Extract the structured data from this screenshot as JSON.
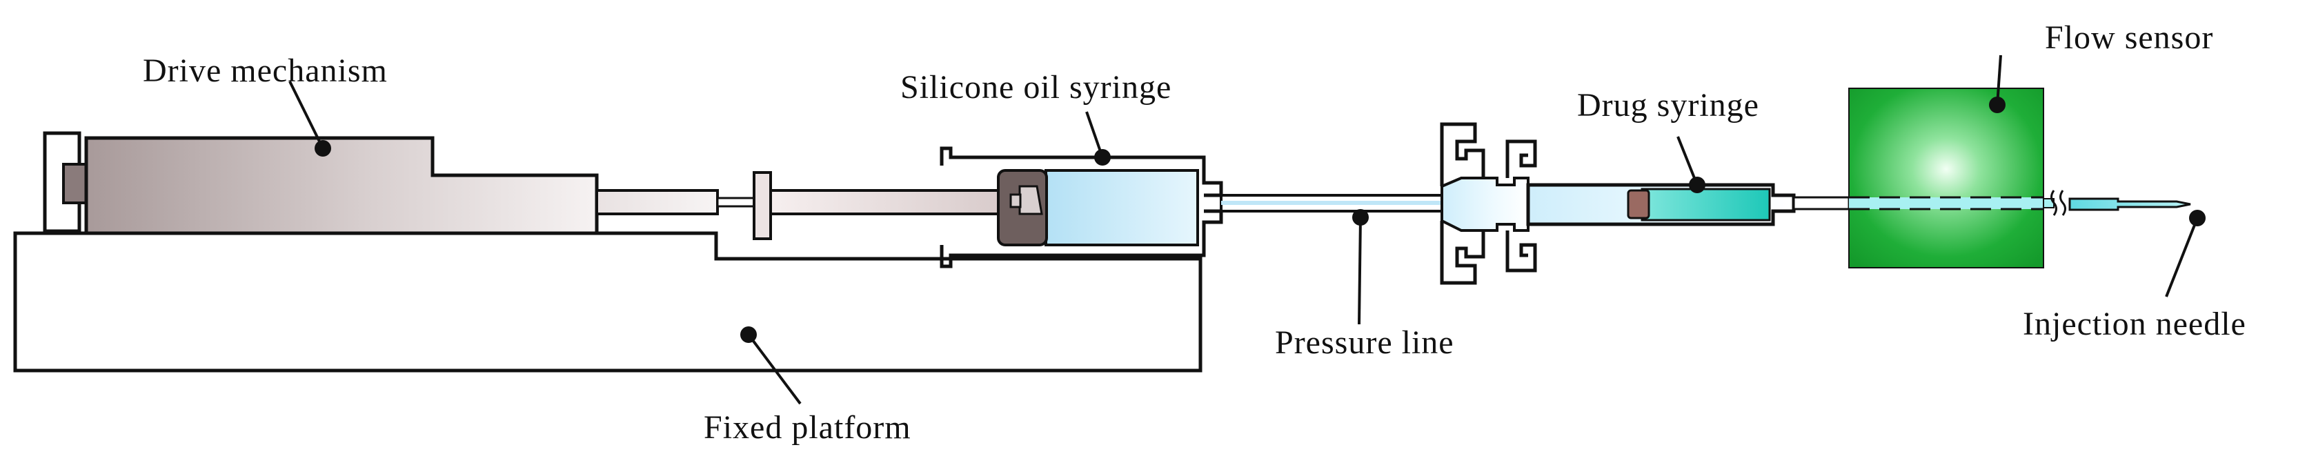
{
  "labels": {
    "drive_mechanism": "Drive mechanism",
    "silicone_oil_syringe": "Silicone oil syringe",
    "drug_syringe": "Drug syringe",
    "flow_sensor": "Flow sensor",
    "pressure_line": "Pressure line",
    "injection_needle": "Injection needle",
    "fixed_platform": "Fixed platform"
  },
  "colors": {
    "ink": "#111111",
    "drive_body_light": "#f4efef",
    "drive_body_dark": "#a89a9a",
    "oil_fill": "#bfe6f7",
    "oil_fill_light": "#e8f7fd",
    "piston": "#6e5f5e",
    "drug_fill": "#2fcfbf",
    "drug_fill_light": "#d8f5fb",
    "drug_plunger": "#9a6a62",
    "sensor_green": "#1aab34",
    "sensor_green_light": "#d8f8dc",
    "needle_tip": "#3ad0d8"
  },
  "icons": [
    "leader-dot"
  ]
}
